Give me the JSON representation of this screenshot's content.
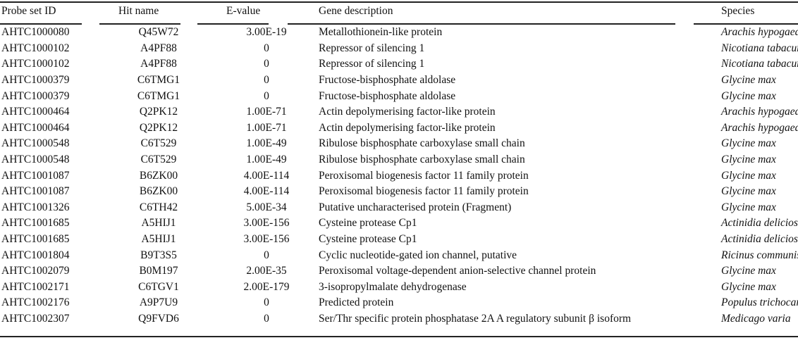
{
  "table": {
    "columns": [
      "Probe set ID",
      "Hit name",
      "E-value",
      "Gene description",
      "Species"
    ],
    "rows": [
      [
        "AHTC1000080",
        "Q45W72",
        "3.00E-19",
        "Metallothionein-like protein",
        "Arachis hypogaea"
      ],
      [
        "AHTC1000102",
        "A4PF88",
        "0",
        "Repressor of silencing 1",
        "Nicotiana tabacum"
      ],
      [
        "AHTC1000102",
        "A4PF88",
        "0",
        "Repressor of silencing 1",
        "Nicotiana tabacum"
      ],
      [
        "AHTC1000379",
        "C6TMG1",
        "0",
        "Fructose-bisphosphate aldolase",
        "Glycine max"
      ],
      [
        "AHTC1000379",
        "C6TMG1",
        "0",
        "Fructose-bisphosphate aldolase",
        "Glycine max"
      ],
      [
        "AHTC1000464",
        "Q2PK12",
        "1.00E-71",
        "Actin depolymerising factor-like protein",
        "Arachis hypogaea"
      ],
      [
        "AHTC1000464",
        "Q2PK12",
        "1.00E-71",
        "Actin depolymerising factor-like protein",
        "Arachis hypogaea"
      ],
      [
        "AHTC1000548",
        "C6T529",
        "1.00E-49",
        "Ribulose bisphosphate carboxylase small chain",
        "Glycine max"
      ],
      [
        "AHTC1000548",
        "C6T529",
        "1.00E-49",
        "Ribulose bisphosphate carboxylase small chain",
        "Glycine max"
      ],
      [
        "AHTC1001087",
        "B6ZK00",
        "4.00E-114",
        "Peroxisomal biogenesis factor 11 family protein",
        "Glycine max"
      ],
      [
        "AHTC1001087",
        "B6ZK00",
        "4.00E-114",
        "Peroxisomal biogenesis factor 11 family protein",
        "Glycine max"
      ],
      [
        "AHTC1001326",
        "C6TH42",
        "5.00E-34",
        "Putative uncharacterised protein (Fragment)",
        "Glycine max"
      ],
      [
        "AHTC1001685",
        "A5HIJ1",
        "3.00E-156",
        "Cysteine protease Cp1",
        "Actinidia deliciosa"
      ],
      [
        "AHTC1001685",
        "A5HIJ1",
        "3.00E-156",
        "Cysteine protease Cp1",
        "Actinidia deliciosa"
      ],
      [
        "AHTC1001804",
        "B9T3S5",
        "0",
        "Cyclic nucleotide-gated ion channel, putative",
        "Ricinus communis"
      ],
      [
        "AHTC1002079",
        "B0M197",
        "2.00E-35",
        "Peroxisomal voltage-dependent anion-selective channel protein",
        "Glycine max"
      ],
      [
        "AHTC1002171",
        "C6TGV1",
        "2.00E-179",
        "3-isopropylmalate dehydrogenase",
        "Glycine max"
      ],
      [
        "AHTC1002176",
        "A9P7U9",
        "0",
        "Predicted protein",
        "Populus trichocarpa"
      ],
      [
        "AHTC1002307",
        "Q9FVD6",
        "0",
        "Ser/Thr specific protein phosphatase 2A A regulatory subunit β isoform",
        "Medicago varia"
      ]
    ]
  }
}
